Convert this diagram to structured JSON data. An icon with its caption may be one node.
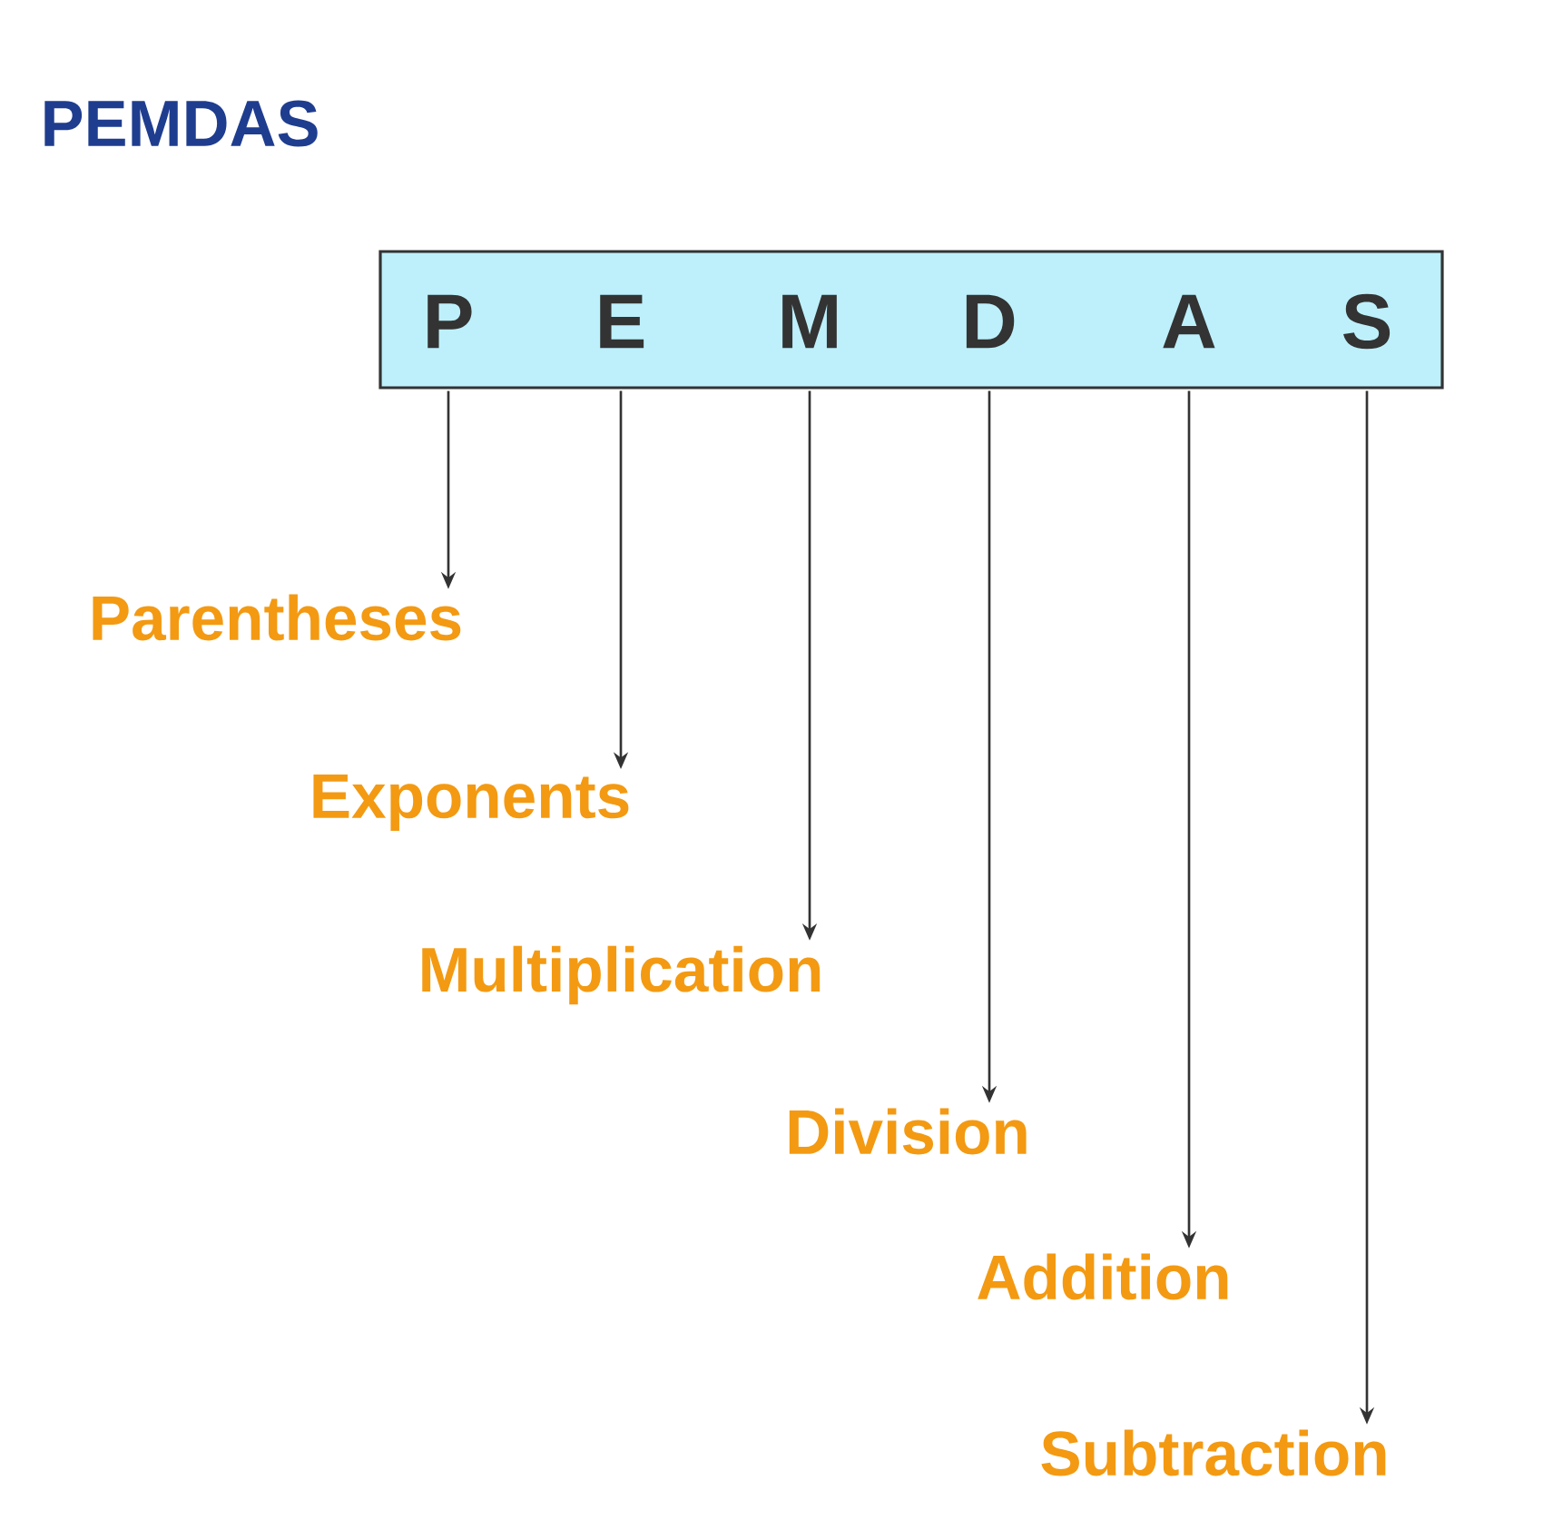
{
  "diagram": {
    "title": "PEMDAS",
    "nodes": [
      {
        "text": [],
        "shape": "box"
      },
      {
        "text": [
          "P"
        ],
        "in": 0
      },
      {
        "text": [
          "E"
        ],
        "in": 0
      },
      {
        "text": [
          "M"
        ],
        "in": 0
      },
      {
        "text": [
          "D"
        ],
        "in": 0
      },
      {
        "text": [
          "A"
        ],
        "in": 0
      },
      {
        "text": [
          "S"
        ],
        "in": 0
      },
      {
        "text": [
          "Parentheses"
        ]
      },
      {
        "text": [
          "Exponents"
        ]
      },
      {
        "text": [
          "Multiplication"
        ]
      },
      {
        "text": [
          "Division"
        ]
      },
      {
        "text": [
          "Addition"
        ]
      },
      {
        "text": [
          "Subtraction"
        ]
      }
    ],
    "edges": [
      {
        "from": 1,
        "to": 7,
        "arrow": "to"
      },
      {
        "from": 2,
        "to": 8,
        "arrow": "to"
      },
      {
        "from": 3,
        "to": 9,
        "arrow": "to"
      },
      {
        "from": 4,
        "to": 10,
        "arrow": "to"
      },
      {
        "from": 5,
        "to": 11,
        "arrow": "to"
      },
      {
        "from": 6,
        "to": 12,
        "arrow": "to"
      }
    ]
  }
}
